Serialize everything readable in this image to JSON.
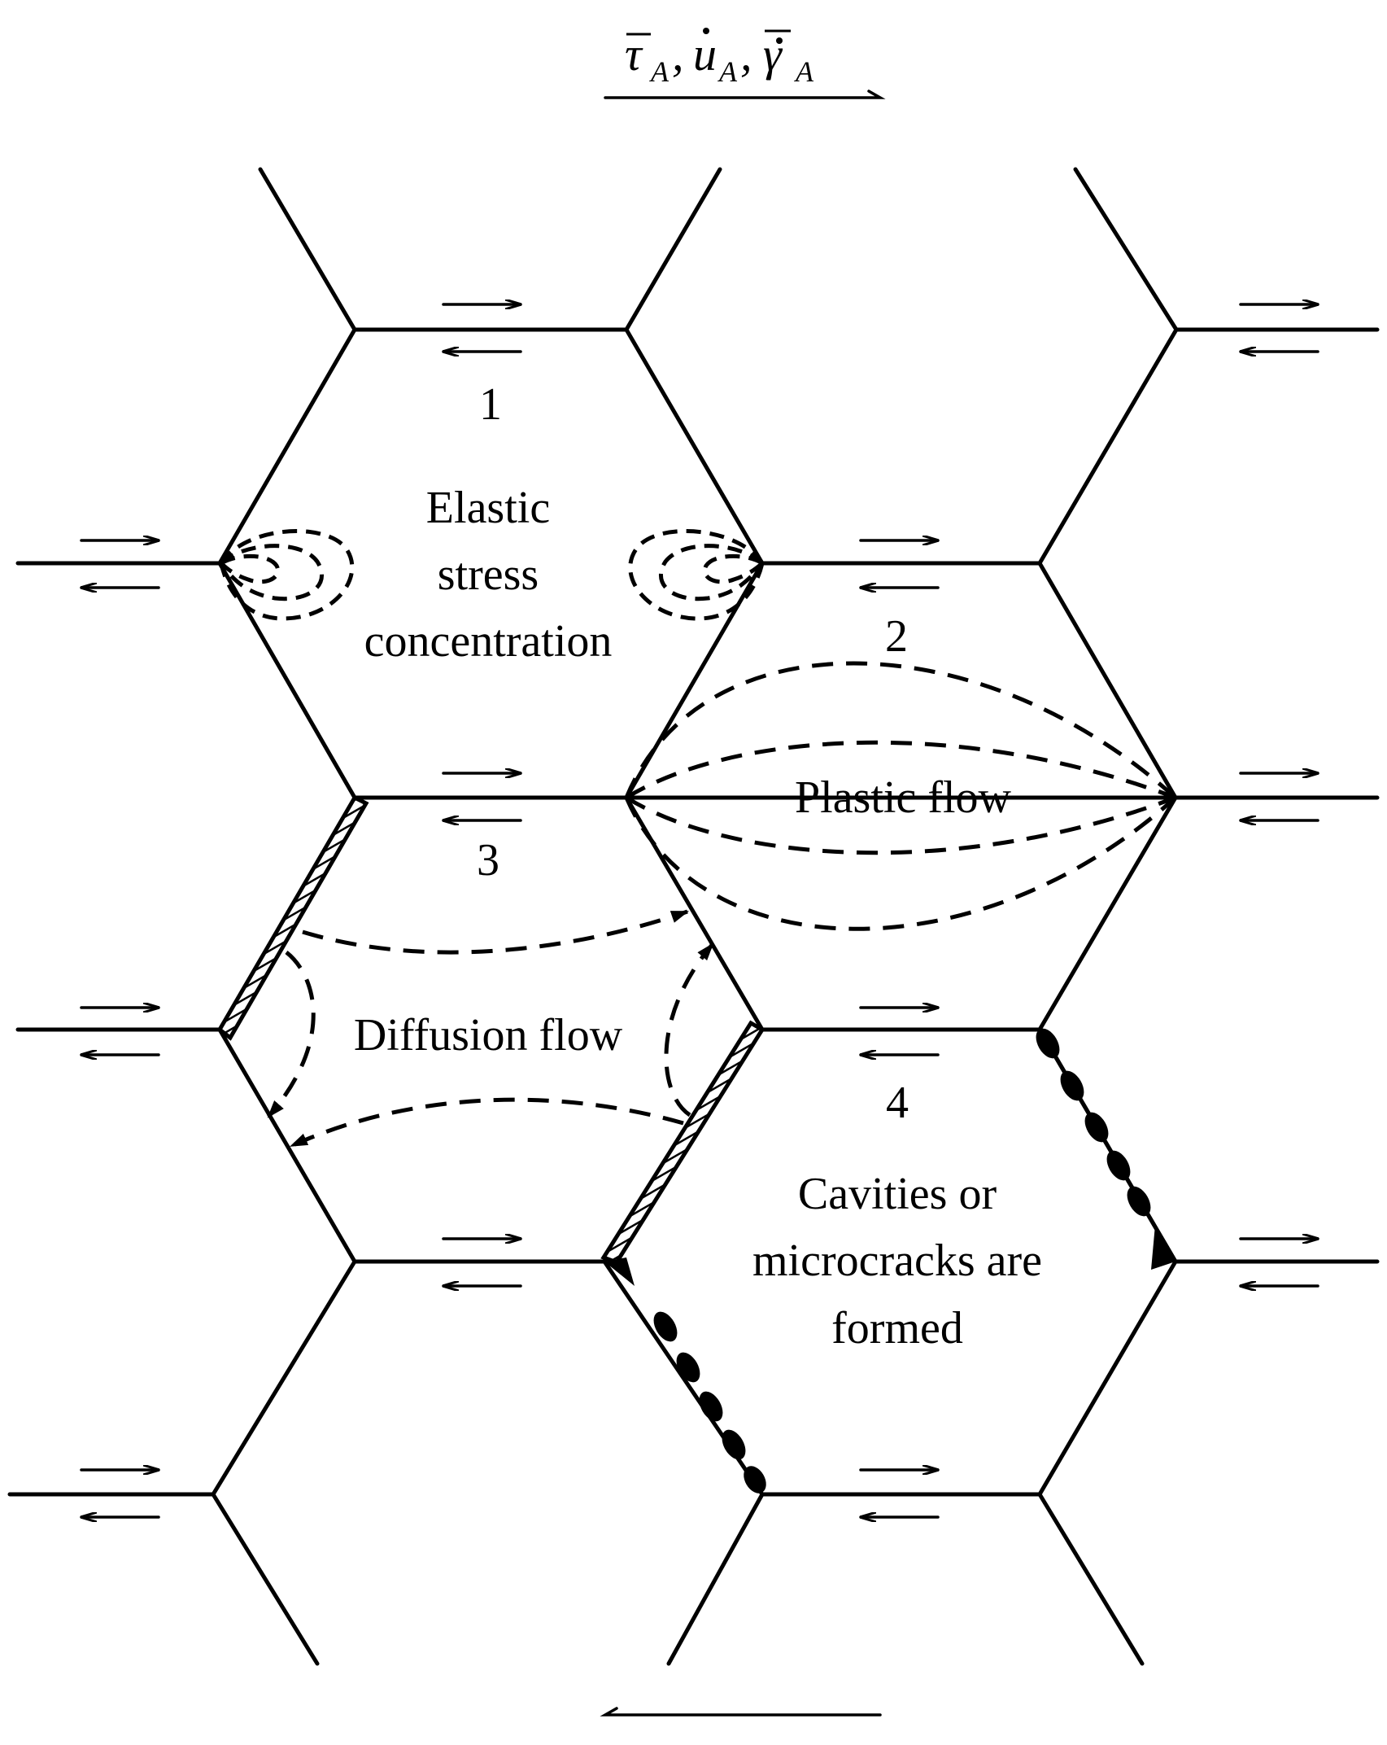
{
  "header_symbols": {
    "tau": "τ",
    "u": "u",
    "gamma": "γ",
    "subscript": "A",
    "separator": ","
  },
  "regions": [
    {
      "number": "1",
      "lines": [
        "Elastic",
        "stress",
        "concentration"
      ]
    },
    {
      "number": "2",
      "lines": [
        "Plastic flow"
      ]
    },
    {
      "number": "3",
      "lines": [
        "Diffusion flow"
      ]
    },
    {
      "number": "4",
      "lines": [
        "Cavities or",
        "microcracks are",
        "formed"
      ]
    }
  ]
}
